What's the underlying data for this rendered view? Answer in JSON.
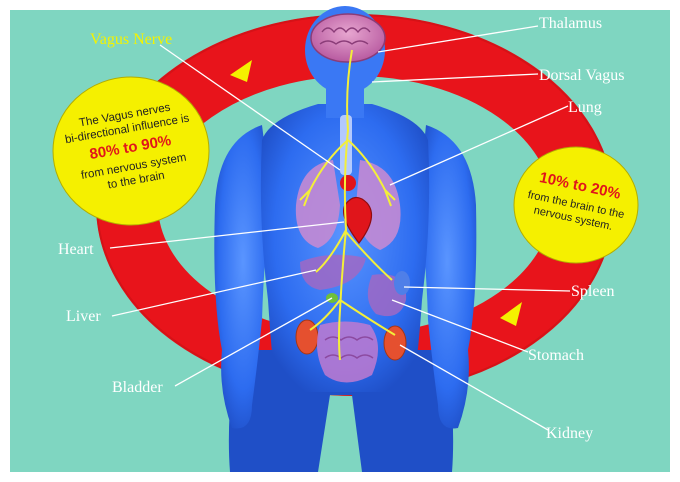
{
  "colors": {
    "background": "#7fd6c1",
    "ring": "#e8141b",
    "body": "#2d6cf0",
    "bubble": "#f5f000",
    "nerve": "#f3ef3a",
    "label_white": "#ffffff",
    "label_yellow": "#f4f300",
    "highlight_red": "#e0151b"
  },
  "labels": {
    "vagus_nerve": "Vagus Nerve",
    "thalamus": "Thalamus",
    "dorsal_vagus": "Dorsal Vagus",
    "lung": "Lung",
    "heart": "Heart",
    "liver": "Liver",
    "spleen": "Spleen",
    "stomach": "Stomach",
    "bladder": "Bladder",
    "kidney": "Kidney"
  },
  "bubble_left": {
    "line1": "The Vagus nerves",
    "line2": "bi-directional influence is",
    "highlight": "80% to 90%",
    "line3": "from nervous system",
    "line4": "to the brain"
  },
  "bubble_right": {
    "highlight": "10% to 20%",
    "line1": "from the brain to the",
    "line2": "nervous system."
  }
}
